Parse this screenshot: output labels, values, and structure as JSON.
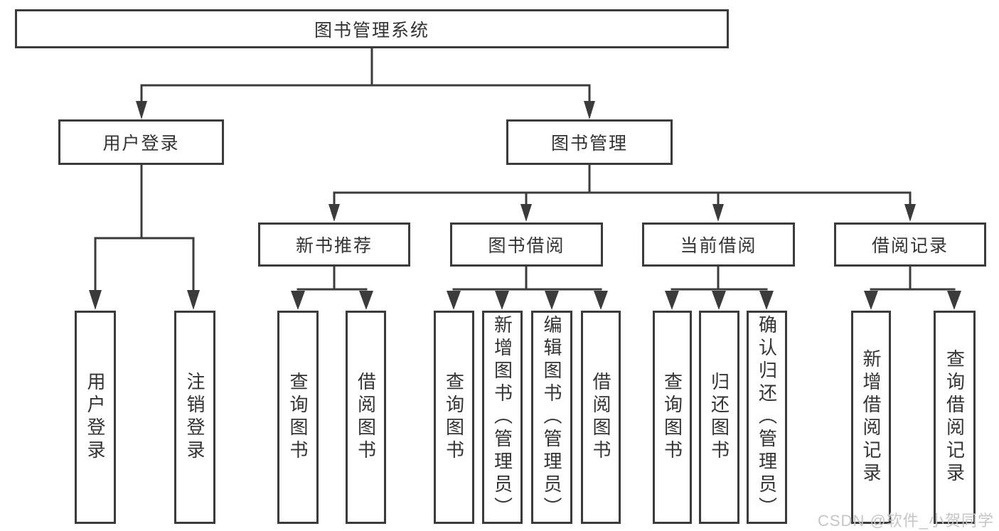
{
  "title": {
    "label": "图书管理系统"
  },
  "branches": {
    "user_login": {
      "label": "用户登录",
      "children": [
        {
          "label": "用户登录"
        },
        {
          "label": "注销登录"
        }
      ]
    },
    "book_mgmt": {
      "label": "图书管理",
      "children": [
        {
          "label": "新书推荐",
          "children": [
            {
              "label": "查询图书"
            },
            {
              "label": "借阅图书"
            }
          ]
        },
        {
          "label": "图书借阅",
          "children": [
            {
              "label": "查询图书"
            },
            {
              "label": "新增图书（管理员）"
            },
            {
              "label": "编辑图书（管理员）"
            },
            {
              "label": "借阅图书"
            }
          ]
        },
        {
          "label": "当前借阅",
          "children": [
            {
              "label": "查询图书"
            },
            {
              "label": "归还图书"
            },
            {
              "label": "确认归还（管理员）"
            }
          ]
        },
        {
          "label": "借阅记录",
          "children": [
            {
              "label": "新增借阅记录"
            },
            {
              "label": "查询借阅记录"
            }
          ]
        }
      ]
    }
  },
  "watermark": {
    "text": "CSDN @软件_小贺同学"
  },
  "colors": {
    "line": "#3b3b3b",
    "text": "#333333",
    "background": "#ffffff",
    "watermark": "#c6c6c6"
  }
}
